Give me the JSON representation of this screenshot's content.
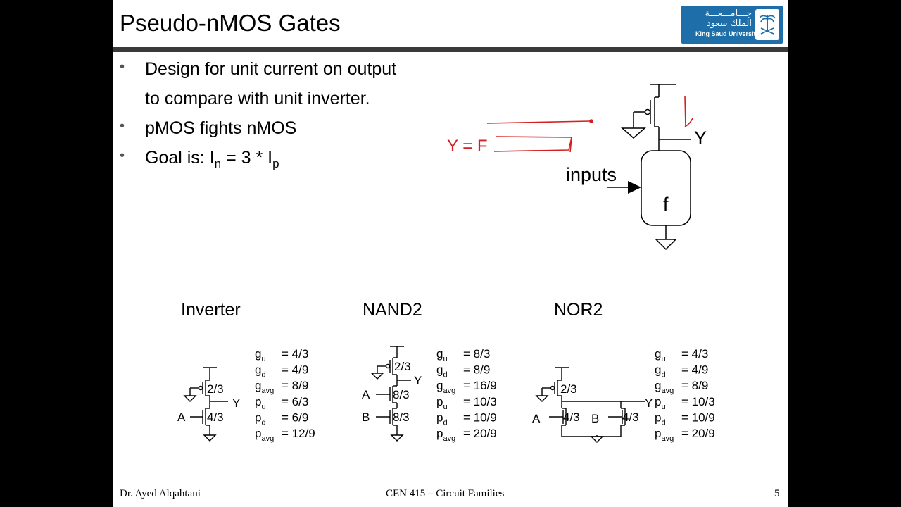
{
  "slide": {
    "title": "Pseudo-nMOS Gates",
    "logo": {
      "arabic_line1": "جـــامـــعـــة",
      "arabic_line2": "الملك سعود",
      "english": "King Saud University"
    },
    "bullets": [
      {
        "text": "Design for unit current on output"
      },
      {
        "text": "to compare with unit inverter."
      },
      {
        "text": "pMOS fights nMOS"
      },
      {
        "text_prefix": "Goal is: I",
        "sub1": "n",
        "text_mid": " = 3 * I",
        "sub2": "p"
      }
    ],
    "diagram": {
      "output_label": "Y",
      "inputs_label": "inputs",
      "block_label": "f",
      "annotation": "Y = F"
    },
    "gates": [
      {
        "name": "Inverter",
        "pmos_size": "2/3",
        "nmos_sizes": [
          "4/3"
        ],
        "inputs": [
          "A"
        ],
        "output": "Y",
        "params": [
          {
            "sym": "g",
            "sub": "u",
            "val": "= 4/3"
          },
          {
            "sym": "g",
            "sub": "d",
            "val": "= 4/9"
          },
          {
            "sym": "g",
            "sub": "avg",
            "val": "= 8/9"
          },
          {
            "sym": "p",
            "sub": "u",
            "val": "= 6/3"
          },
          {
            "sym": "p",
            "sub": "d",
            "val": "= 6/9"
          },
          {
            "sym": "p",
            "sub": "avg",
            "val": "= 12/9"
          }
        ]
      },
      {
        "name": "NAND2",
        "pmos_size": "2/3",
        "nmos_sizes": [
          "8/3",
          "8/3"
        ],
        "inputs": [
          "A",
          "B"
        ],
        "output": "Y",
        "params": [
          {
            "sym": "g",
            "sub": "u",
            "val": "= 8/3"
          },
          {
            "sym": "g",
            "sub": "d",
            "val": "= 8/9"
          },
          {
            "sym": "g",
            "sub": "avg",
            "val": "= 16/9"
          },
          {
            "sym": "p",
            "sub": "u",
            "val": "= 10/3"
          },
          {
            "sym": "p",
            "sub": "d",
            "val": "= 10/9"
          },
          {
            "sym": "p",
            "sub": "avg",
            "val": "= 20/9"
          }
        ]
      },
      {
        "name": "NOR2",
        "pmos_size": "2/3",
        "nmos_sizes": [
          "4/3",
          "4/3"
        ],
        "inputs": [
          "A",
          "B"
        ],
        "output": "Y",
        "params": [
          {
            "sym": "g",
            "sub": "u",
            "val": "= 4/3"
          },
          {
            "sym": "g",
            "sub": "d",
            "val": "= 4/9"
          },
          {
            "sym": "g",
            "sub": "avg",
            "val": "= 8/9"
          },
          {
            "sym": "p",
            "sub": "u",
            "val": "= 10/3"
          },
          {
            "sym": "p",
            "sub": "d",
            "val": "= 10/9"
          },
          {
            "sym": "p",
            "sub": "avg",
            "val": "= 20/9"
          }
        ]
      }
    ],
    "footer": {
      "author": "Dr. Ayed Alqahtani",
      "course": "CEN 415 – Circuit Families",
      "page": "5"
    },
    "colors": {
      "title_rule": "#3a3a3a",
      "logo_bg": "#1e6fa9",
      "annotation": "#d42020"
    }
  }
}
